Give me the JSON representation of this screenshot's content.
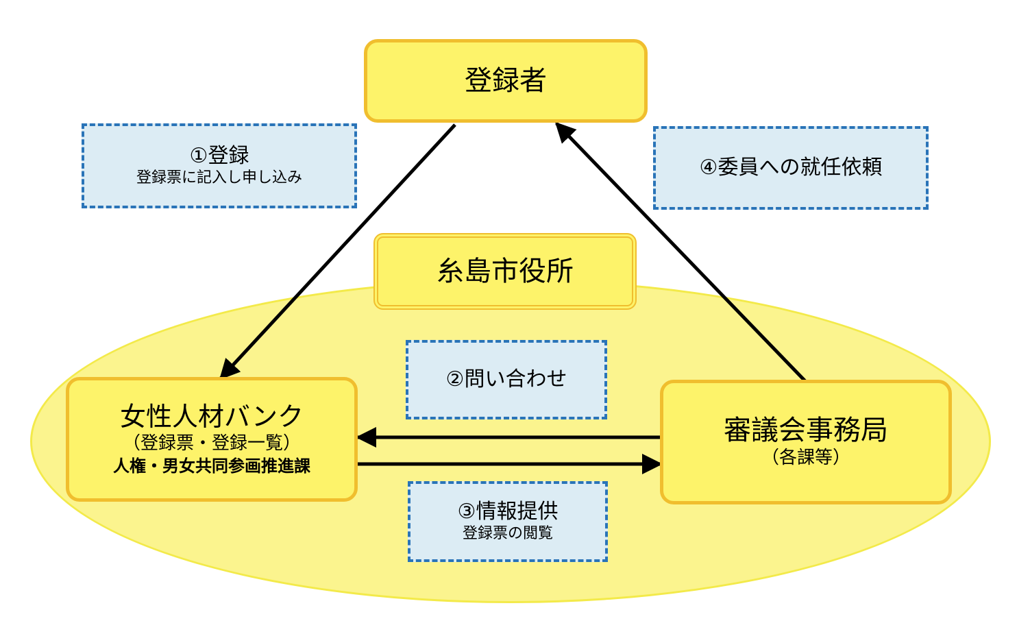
{
  "nodes": {
    "registrant": {
      "label": "登録者"
    },
    "city_hall": {
      "label": "糸島市役所"
    },
    "talent_bank": {
      "label": "女性人材バンク",
      "sub": "（登録票・登録一覧）",
      "dept": "人権・男女共同参画推進課"
    },
    "council_office": {
      "label": "審議会事務局",
      "sub": "（各課等）"
    }
  },
  "steps": {
    "step1": {
      "title": "①登録",
      "desc": "登録票に記入し申し込み"
    },
    "step2": {
      "title": "②問い合わせ"
    },
    "step3": {
      "title": "③情報提供",
      "desc": "登録票の閲覧"
    },
    "step4": {
      "title": "④委員への就任依頼"
    }
  },
  "colors": {
    "node_fill": "#fdf36a",
    "node_border": "#f0be2e",
    "ellipse_fill": "#fbf48e",
    "step_fill": "#dcecf4",
    "step_border": "#2a74b8",
    "arrow": "#000000"
  }
}
